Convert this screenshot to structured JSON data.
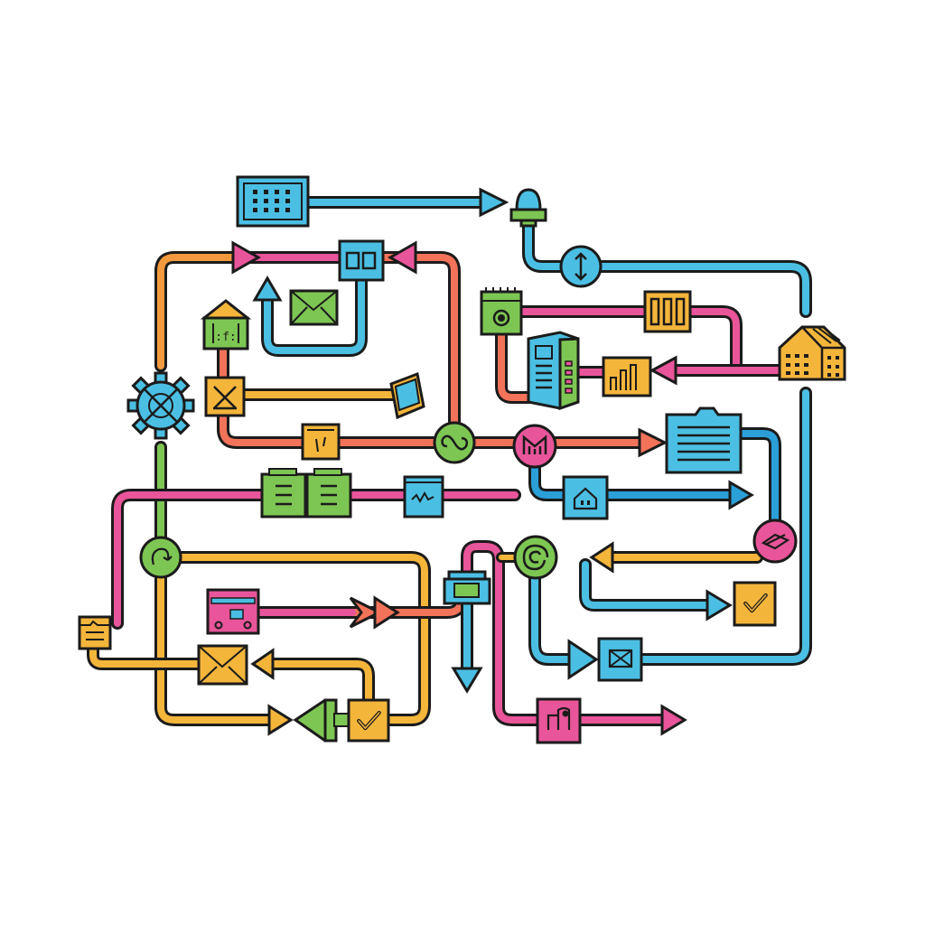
{
  "diagram": {
    "type": "workflow-pipeline-illustration",
    "background": "#ffffff",
    "colors": {
      "blue": "#4bbfe3",
      "dark_blue": "#2a9fd8",
      "pink": "#e8559a",
      "coral": "#f2735a",
      "orange": "#f39a3e",
      "yellow": "#f4b53b",
      "green": "#7dc653",
      "outline": "#1b1b1b"
    },
    "nodes": [
      {
        "id": "keypad",
        "icon": "keypad-icon",
        "color": "blue"
      },
      {
        "id": "sensor",
        "icon": "sensor-dome-icon",
        "color": "blue"
      },
      {
        "id": "swap",
        "icon": "vertical-arrows-icon",
        "color": "blue"
      },
      {
        "id": "split-box",
        "icon": "double-panel-icon",
        "color": "blue"
      },
      {
        "id": "mail-green",
        "icon": "envelope-icon",
        "color": "green"
      },
      {
        "id": "bank",
        "icon": "bank-building-icon",
        "color": "green"
      },
      {
        "id": "gear",
        "icon": "gear-hub-icon",
        "color": "blue"
      },
      {
        "id": "tools",
        "icon": "tools-icon",
        "color": "yellow"
      },
      {
        "id": "folder",
        "icon": "folder-icon",
        "color": "yellow"
      },
      {
        "id": "package",
        "icon": "package-icon",
        "color": "yellow"
      },
      {
        "id": "link",
        "icon": "link-icon",
        "color": "green"
      },
      {
        "id": "calendar",
        "icon": "calendar-target-icon",
        "color": "green"
      },
      {
        "id": "columns",
        "icon": "columns-icon",
        "color": "yellow"
      },
      {
        "id": "server",
        "icon": "server-tower-icon",
        "color": "blue"
      },
      {
        "id": "bar-chart",
        "icon": "bar-chart-icon",
        "color": "yellow"
      },
      {
        "id": "warehouse",
        "icon": "warehouse-icon",
        "color": "yellow"
      },
      {
        "id": "gateway",
        "icon": "gateway-icon",
        "color": "pink"
      },
      {
        "id": "document",
        "icon": "document-icon",
        "color": "blue"
      },
      {
        "id": "home",
        "icon": "home-icon",
        "color": "blue"
      },
      {
        "id": "batteries",
        "icon": "battery-pack-icon",
        "color": "green"
      },
      {
        "id": "signal",
        "icon": "signal-wave-icon",
        "color": "blue"
      },
      {
        "id": "recycle",
        "icon": "recycle-icon",
        "color": "green"
      },
      {
        "id": "clipboard",
        "icon": "clipboard-icon",
        "color": "yellow"
      },
      {
        "id": "truck",
        "icon": "truck-icon",
        "color": "pink"
      },
      {
        "id": "mail-yellow",
        "icon": "envelope-icon",
        "color": "yellow"
      },
      {
        "id": "megaphone",
        "icon": "megaphone-icon",
        "color": "green"
      },
      {
        "id": "check-yellow-bottom",
        "icon": "checkmark-icon",
        "color": "yellow"
      },
      {
        "id": "router",
        "icon": "router-icon",
        "color": "blue"
      },
      {
        "id": "spiral",
        "icon": "spiral-icon",
        "color": "green"
      },
      {
        "id": "diamond",
        "icon": "diamond-icon",
        "color": "pink"
      },
      {
        "id": "check-yellow-right",
        "icon": "checkmark-icon",
        "color": "yellow"
      },
      {
        "id": "mail-blue",
        "icon": "envelope-icon",
        "color": "blue"
      },
      {
        "id": "phone",
        "icon": "phone-icon",
        "color": "pink"
      }
    ]
  }
}
